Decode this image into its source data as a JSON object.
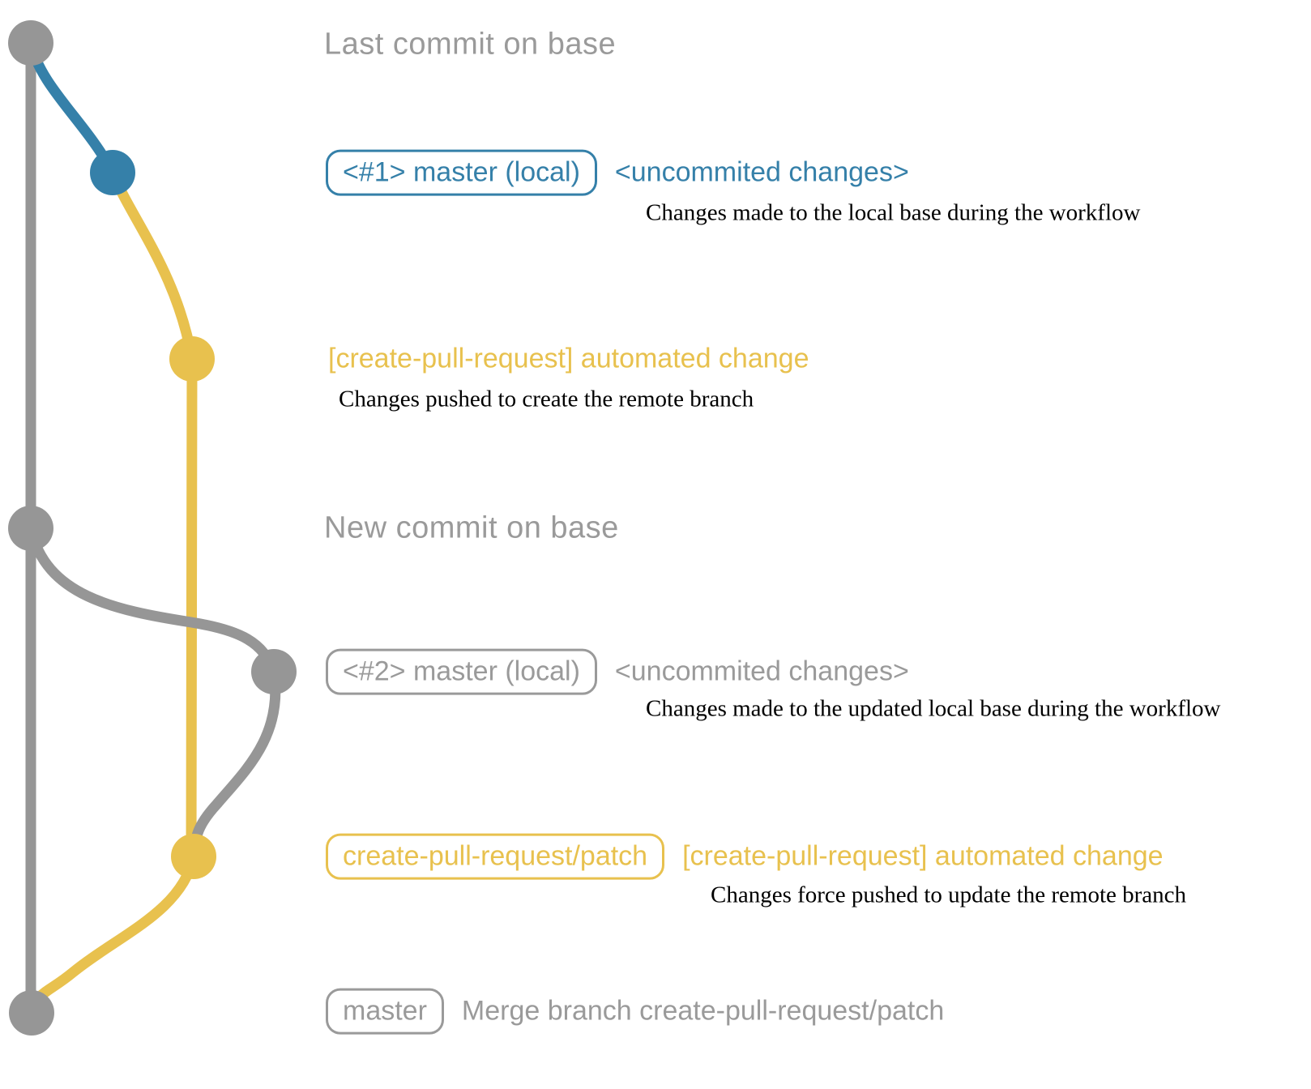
{
  "colors": {
    "gray": "#969696",
    "gray_text": "#9A9A9A",
    "blue": "#3580A9",
    "yellow": "#E8C14E",
    "description": "#000000"
  },
  "rows": {
    "last_commit": {
      "label": "Last commit on base"
    },
    "commit_1": {
      "badge": "<#1> master (local)",
      "status": "<uncommited changes>",
      "description": "Changes made to the local base during the workflow"
    },
    "push_1": {
      "label": "[create-pull-request] automated change",
      "description": "Changes pushed to create the remote branch"
    },
    "new_commit": {
      "label": "New commit on base"
    },
    "commit_2": {
      "badge": "<#2> master (local)",
      "status": "<uncommited changes>",
      "description": "Changes made to the updated local base during the workflow"
    },
    "push_2": {
      "badge": "create-pull-request/patch",
      "label": "[create-pull-request] automated change",
      "description": "Changes force pushed to update the remote branch"
    },
    "merge": {
      "badge": "master",
      "label": "Merge branch create-pull-request/patch"
    }
  }
}
